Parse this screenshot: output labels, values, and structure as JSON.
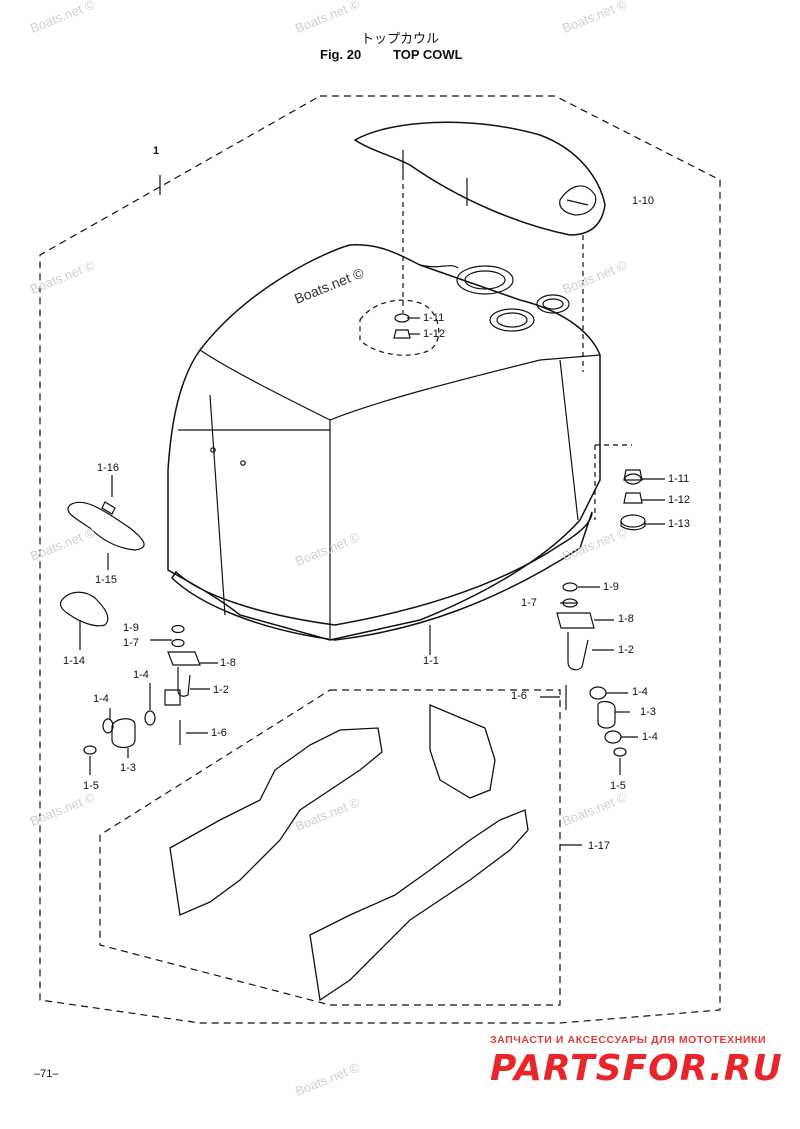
{
  "header": {
    "title_jp": "トップカウル",
    "fig_label": "Fig. 20",
    "title_en": "TOP COWL"
  },
  "footer": {
    "page_number": "–71–"
  },
  "callouts": {
    "c1": "1",
    "c1_10": "1-10",
    "c1_11_top": "1-11",
    "c1_12_top": "1-12",
    "c1_11_right": "1-11",
    "c1_12_right": "1-12",
    "c1_13": "1-13",
    "c1_16": "1-16",
    "c1_15": "1-15",
    "c1_14": "1-14",
    "c1_9_left": "1-9",
    "c1_7_left": "1-7",
    "c1_8_left": "1-8",
    "c1_4_left_a": "1-4",
    "c1_4_left_b": "1-4",
    "c1_2_left": "1-2",
    "c1_6_left": "1-6",
    "c1_3_left": "1-3",
    "c1_5_left": "1-5",
    "c1_1": "1-1",
    "c1_9_right": "1-9",
    "c1_7_right": "1-7",
    "c1_8_right": "1-8",
    "c1_2_right": "1-2",
    "c1_6_right": "1-6",
    "c1_4_right_a": "1-4",
    "c1_3_right": "1-3",
    "c1_4_right_b": "1-4",
    "c1_5_right": "1-5",
    "c1_17": "1-17"
  },
  "watermarks": {
    "w1": "Boats.net ©",
    "w2": "Boats.net ©",
    "w3": "Boats.net ©",
    "w4": "Boats.net ©",
    "w5": "Boats.net ©",
    "w6": "Boats.net ©",
    "w7": "Boats.net ©",
    "w8": "Boats.net ©",
    "w9": "Boats.net ©",
    "w10": "Boats.net ©",
    "w11": "Boats.net ©",
    "w12": "Boats.net ©",
    "w_main": "Boats.net ©"
  },
  "brand": {
    "tagline": "ЗАПЧАСТИ И АКСЕССУАРЫ ДЛЯ МОТОТЕХНИКИ",
    "logo": "PARTSFOR.RU",
    "logo_color": "#e8262a"
  }
}
